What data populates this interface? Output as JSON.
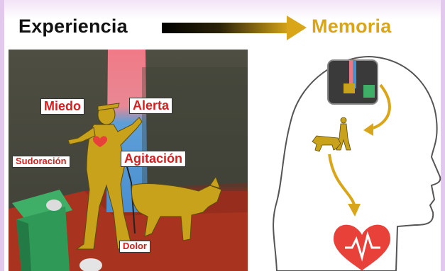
{
  "header": {
    "left_title": "Experiencia",
    "right_title": "Memoria"
  },
  "labels": {
    "miedo": "Miedo",
    "alerta": "Alerta",
    "sudoracion": "Sudoración",
    "agitacion": "Agitación",
    "dolor": "Dolor"
  },
  "colors": {
    "gold": "#d9a619",
    "label_text": "#d42020",
    "heart": "#e8413a"
  },
  "icons": [
    "gradient-arrow",
    "head-silhouette",
    "brain-memory-image",
    "person-dog-memory",
    "heart-pulse-icon"
  ]
}
